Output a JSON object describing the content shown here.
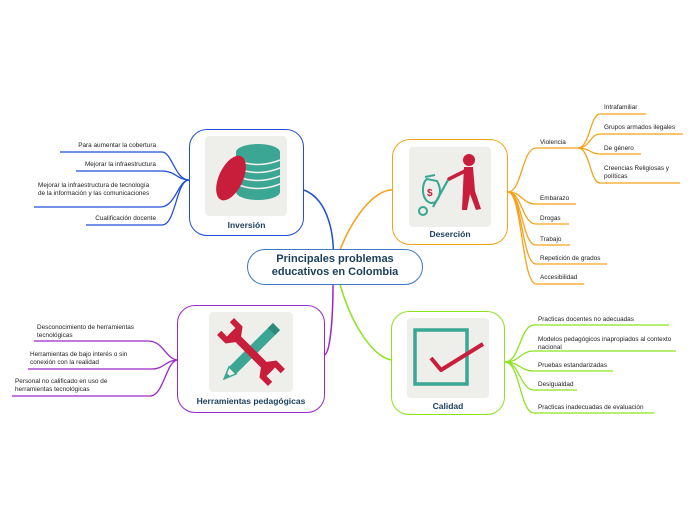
{
  "central": {
    "title": "Principales problemas educativos en Colombia"
  },
  "branches": {
    "inversion": {
      "title": "Inversión",
      "color": "#1f4fd8",
      "items": [
        "Para aumentar la cobertura",
        "Mejorar la infraestructura",
        "Mejorar la infraestructura de tecnología de la información y las comunicaciones",
        "Cualificación docente"
      ]
    },
    "desercion": {
      "title": "Deserción",
      "color": "#f5a21b",
      "violencia": {
        "label": "Violencia",
        "items": [
          "Intrafamiliar",
          "Grupos armados ilegales",
          "De género",
          "Creencias Religiosas y políticas"
        ]
      },
      "items": [
        "Embarazo",
        "Drogas",
        "Trabajo",
        "Repetición de grados",
        "Accesibilidad"
      ]
    },
    "herramientas": {
      "title": "Herramientas pedagógicas",
      "color": "#9b27c9",
      "items": [
        "Desconocimiento de herramientas tecnológicas",
        "Herramientas de bajo interés o sin conexión con la realidad",
        "Personal no calificado en uso de herramientas tecnológicas"
      ]
    },
    "calidad": {
      "title": "Calidad",
      "color": "#8be41f",
      "items": [
        "Practicas docentes no adecuadas",
        "Modelos pedagógicos inapropiados al contexto nacional",
        "Pruebas estandarizadas",
        "Desigualdad",
        "Practicas inadecuadas de evaluación"
      ]
    }
  }
}
